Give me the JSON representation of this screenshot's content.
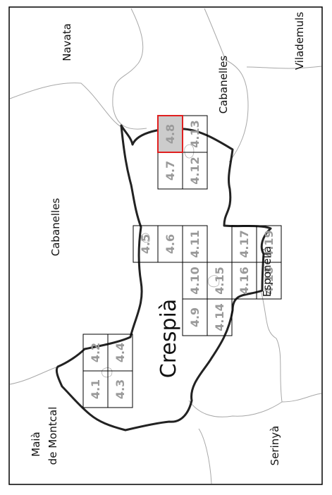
{
  "map": {
    "municipality": "Crespià",
    "neighbors": {
      "navata": "Navata",
      "vilademuls": "Vilademuls",
      "cabanelles_north": "Cabanelles",
      "cabanelles_west": "Cabanelles",
      "esponella": "Esponellà",
      "serinya": "Serinyà",
      "maia_line1": "Maià",
      "maia_line2": "de Montcal"
    },
    "tiles": [
      {
        "id": "4.1"
      },
      {
        "id": "4.2"
      },
      {
        "id": "4.3"
      },
      {
        "id": "4.4"
      },
      {
        "id": "4.5"
      },
      {
        "id": "4.6"
      },
      {
        "id": "4.7"
      },
      {
        "id": "4.8"
      },
      {
        "id": "4.9"
      },
      {
        "id": "4.10"
      },
      {
        "id": "4.11"
      },
      {
        "id": "4.12"
      },
      {
        "id": "4.13"
      },
      {
        "id": "4.14"
      },
      {
        "id": "4.15"
      },
      {
        "id": "4.16"
      },
      {
        "id": "4.17"
      },
      {
        "id": "4.18"
      },
      {
        "id": "4.19"
      }
    ],
    "selected_tile": "4.8",
    "colors": {
      "selected_outline": "#e02020",
      "selected_fill": "#cccccc",
      "tile_label": "#9a9a9a",
      "boundary": "#222222",
      "neighbor_line": "#a8a8a8"
    }
  }
}
